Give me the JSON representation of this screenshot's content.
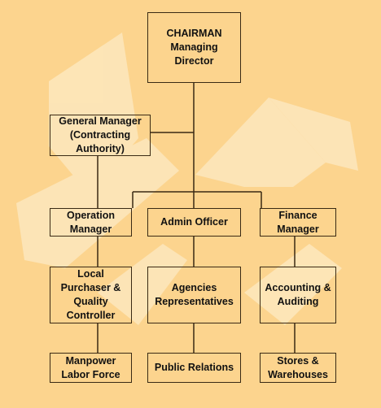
{
  "chart": {
    "chairman": [
      "CHAIRMAN",
      "Managing",
      "Director"
    ],
    "general_manager": [
      "General Manager",
      "(Contracting",
      "Authority)"
    ],
    "operation_manager": [
      "Operation",
      "Manager"
    ],
    "admin_officer": [
      "Admin Officer"
    ],
    "finance_manager": [
      "Finance",
      "Manager"
    ],
    "local_purchaser": [
      "Local",
      "Purchaser &",
      "Quality",
      "Controller"
    ],
    "agencies": [
      "Agencies",
      "Representatives"
    ],
    "accounting": [
      "Accounting &",
      "Auditing"
    ],
    "manpower": [
      "Manpower",
      "Labor Force"
    ],
    "public_relations": [
      "Public Relations"
    ],
    "stores": [
      "Stores &",
      "Warehouses"
    ]
  },
  "colors": {
    "background": "#fcd48e",
    "watermark": "#fde7bd",
    "line": "#3a2a14"
  }
}
